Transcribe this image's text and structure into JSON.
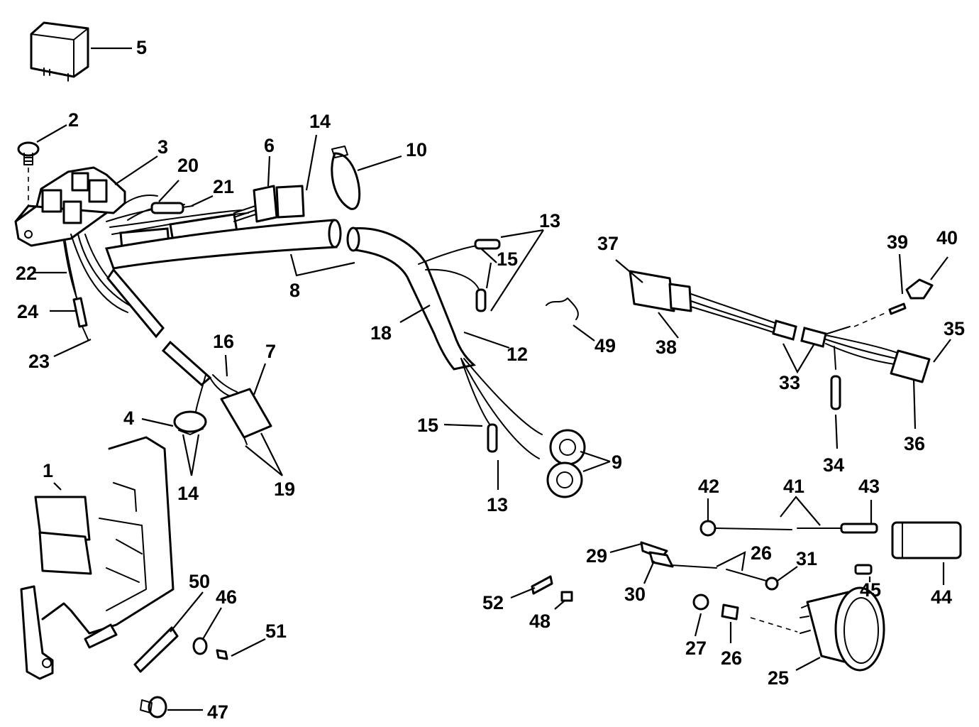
{
  "callouts": [
    {
      "id": "c5",
      "label": "5"
    },
    {
      "id": "c2",
      "label": "2"
    },
    {
      "id": "c3",
      "label": "3"
    },
    {
      "id": "c20",
      "label": "20"
    },
    {
      "id": "c21",
      "label": "21"
    },
    {
      "id": "c6",
      "label": "6"
    },
    {
      "id": "c14a",
      "label": "14"
    },
    {
      "id": "c10",
      "label": "10"
    },
    {
      "id": "c13a",
      "label": "13"
    },
    {
      "id": "c15a",
      "label": "15"
    },
    {
      "id": "c8",
      "label": "8"
    },
    {
      "id": "c22",
      "label": "22"
    },
    {
      "id": "c24",
      "label": "24"
    },
    {
      "id": "c23",
      "label": "23"
    },
    {
      "id": "c18",
      "label": "18"
    },
    {
      "id": "c12",
      "label": "12"
    },
    {
      "id": "c49",
      "label": "49"
    },
    {
      "id": "c37",
      "label": "37"
    },
    {
      "id": "c38",
      "label": "38"
    },
    {
      "id": "c39",
      "label": "39"
    },
    {
      "id": "c40",
      "label": "40"
    },
    {
      "id": "c35",
      "label": "35"
    },
    {
      "id": "c33",
      "label": "33"
    },
    {
      "id": "c36",
      "label": "36"
    },
    {
      "id": "c34",
      "label": "34"
    },
    {
      "id": "c16",
      "label": "16"
    },
    {
      "id": "c7",
      "label": "7"
    },
    {
      "id": "c4",
      "label": "4"
    },
    {
      "id": "c14b",
      "label": "14"
    },
    {
      "id": "c19",
      "label": "19"
    },
    {
      "id": "c1",
      "label": "1"
    },
    {
      "id": "c15b",
      "label": "15"
    },
    {
      "id": "c9",
      "label": "9"
    },
    {
      "id": "c13b",
      "label": "13"
    },
    {
      "id": "c42",
      "label": "42"
    },
    {
      "id": "c41",
      "label": "41"
    },
    {
      "id": "c43",
      "label": "43"
    },
    {
      "id": "c44",
      "label": "44"
    },
    {
      "id": "c29",
      "label": "29"
    },
    {
      "id": "c26a",
      "label": "26"
    },
    {
      "id": "c31",
      "label": "31"
    },
    {
      "id": "c30",
      "label": "30"
    },
    {
      "id": "c45",
      "label": "45"
    },
    {
      "id": "c52",
      "label": "52"
    },
    {
      "id": "c48",
      "label": "48"
    },
    {
      "id": "c27",
      "label": "27"
    },
    {
      "id": "c26b",
      "label": "26"
    },
    {
      "id": "c25",
      "label": "25"
    },
    {
      "id": "c50",
      "label": "50"
    },
    {
      "id": "c46",
      "label": "46"
    },
    {
      "id": "c51",
      "label": "51"
    },
    {
      "id": "c47",
      "label": "47"
    }
  ]
}
